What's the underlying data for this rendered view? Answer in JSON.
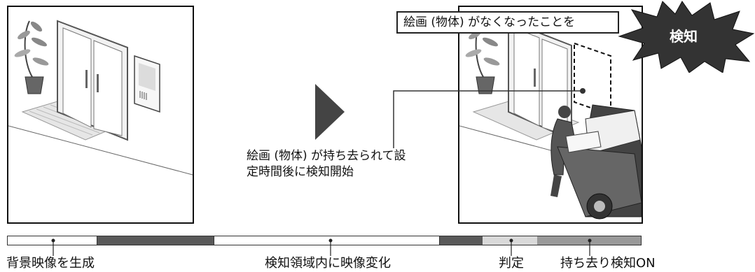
{
  "center_caption_line1": "絵画 (物体) が持ち去られて設",
  "center_caption_line2": "定時間後に検知開始",
  "notice_box_text": "絵画 (物体) がなくなったことを",
  "burst_text": "検知",
  "timeline": {
    "segments": [
      {
        "color": "#ffffff"
      },
      {
        "color": "#595959"
      },
      {
        "color": "#ffffff"
      },
      {
        "color": "#595959"
      },
      {
        "color": "#d9d9d9"
      },
      {
        "color": "#999999"
      }
    ],
    "labels": {
      "background": "背景映像を生成",
      "change": "検知領域内に映像変化",
      "judge": "判定",
      "removal": "持ち去り検知ON"
    }
  }
}
